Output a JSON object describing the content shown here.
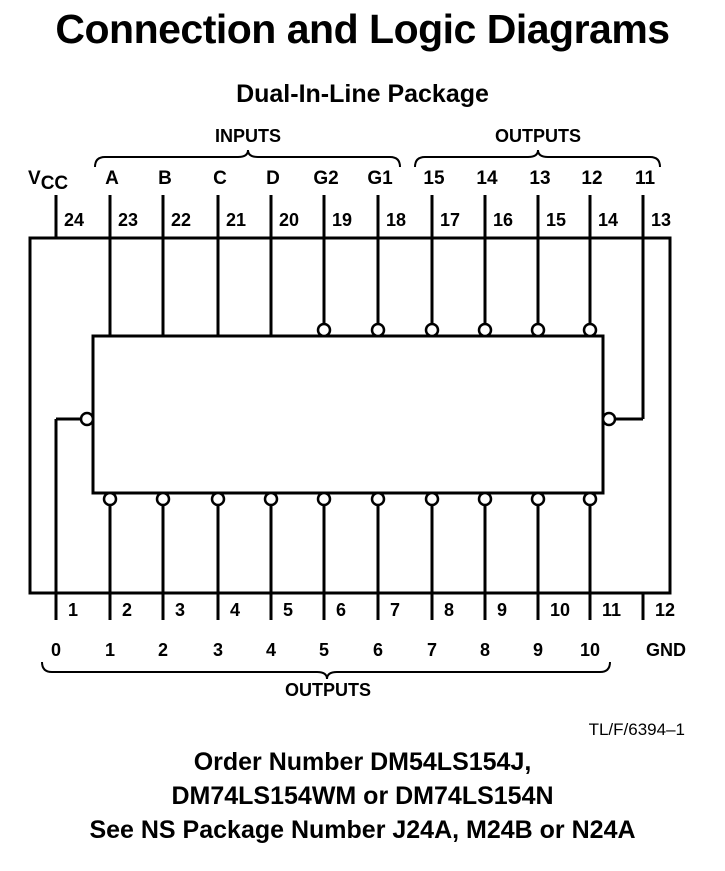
{
  "title": "Connection and Logic Diagrams",
  "subtitle": "Dual-In-Line Package",
  "top_group_labels": {
    "inputs": "INPUTS",
    "outputs": "OUTPUTS"
  },
  "bottom_group_label": "OUTPUTS",
  "vcc": {
    "main": "V",
    "sub": "CC"
  },
  "top_pins": [
    {
      "number": "24",
      "signal": ""
    },
    {
      "number": "23",
      "signal": "A"
    },
    {
      "number": "22",
      "signal": "B"
    },
    {
      "number": "21",
      "signal": "C"
    },
    {
      "number": "20",
      "signal": "D"
    },
    {
      "number": "19",
      "signal": "G2"
    },
    {
      "number": "18",
      "signal": "G1"
    },
    {
      "number": "17",
      "signal": "15"
    },
    {
      "number": "16",
      "signal": "14"
    },
    {
      "number": "15",
      "signal": "13"
    },
    {
      "number": "14",
      "signal": "12"
    },
    {
      "number": "13",
      "signal": "11"
    }
  ],
  "bottom_pins": [
    {
      "number": "1",
      "signal": "0"
    },
    {
      "number": "2",
      "signal": "1"
    },
    {
      "number": "3",
      "signal": "2"
    },
    {
      "number": "4",
      "signal": "3"
    },
    {
      "number": "5",
      "signal": "4"
    },
    {
      "number": "6",
      "signal": "5"
    },
    {
      "number": "7",
      "signal": "6"
    },
    {
      "number": "8",
      "signal": "7"
    },
    {
      "number": "9",
      "signal": "8"
    },
    {
      "number": "10",
      "signal": "9"
    },
    {
      "number": "11",
      "signal": "10"
    },
    {
      "number": "12",
      "signal": "GND"
    }
  ],
  "figure_id": "TL/F/6394–1",
  "order_lines": [
    "Order Number DM54LS154J,",
    "DM74LS154WM or DM74LS154N",
    "See NS Package Number J24A, M24B or N24A"
  ]
}
